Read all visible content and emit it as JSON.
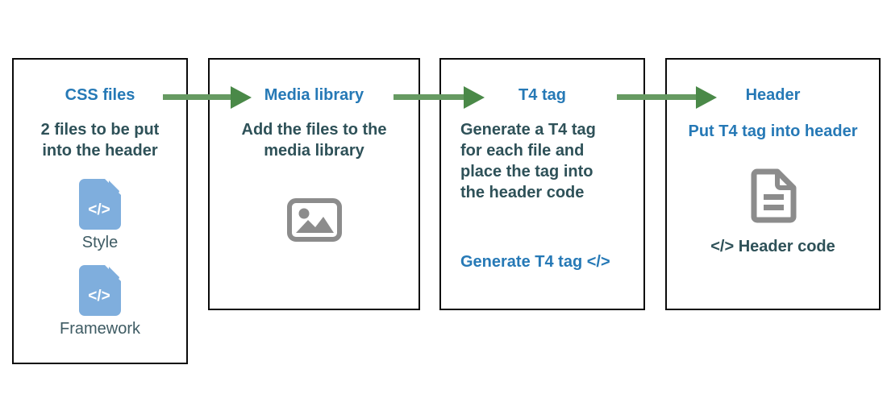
{
  "diagram": {
    "type": "flowchart",
    "direction": "left-to-right",
    "colors": {
      "title_blue": "#2679b6",
      "body_dark_teal": "#2e5158",
      "file_label_gray_teal": "#3e5b63",
      "arrow_green_shaft": "#669a62",
      "arrow_green_head": "#4a8948",
      "file_icon_blue": "#7faedd",
      "icon_gray": "#8c8c8c",
      "box_border_black": "#0a0a0a",
      "background": "#ffffff"
    }
  },
  "icons": {
    "code_glyph": "</>"
  },
  "steps": [
    {
      "title": "CSS files",
      "description": "2 files to be put\ninto the header",
      "files": [
        {
          "icon": "file-code-icon",
          "label": "Style"
        },
        {
          "icon": "file-code-icon",
          "label": "Framework"
        }
      ]
    },
    {
      "title": "Media library",
      "description": "Add the files to the\nmedia library",
      "icon": "image-icon"
    },
    {
      "title": "T4 tag",
      "description": "Generate a T4 tag\nfor each file and\nplace the tag into\nthe header code",
      "action_label": "Generate T4 tag </>"
    },
    {
      "title": "Header",
      "subtitle": "Put T4 tag into header",
      "icon": "document-icon",
      "caption": "</> Header code"
    }
  ]
}
